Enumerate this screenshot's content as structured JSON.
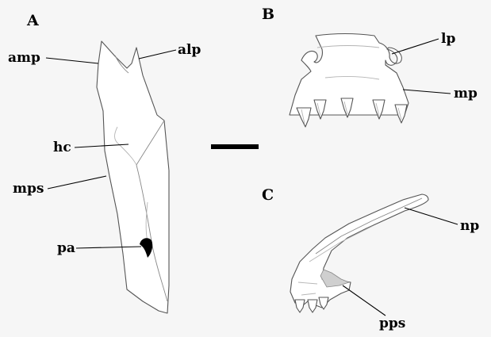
{
  "panels": {
    "a": "A",
    "b": "B",
    "c": "C"
  },
  "labels": {
    "amp": "amp",
    "alp": "alp",
    "hc": "hc",
    "mps": "mps",
    "pa": "pa",
    "lp": "lp",
    "mp": "mp",
    "np": "np",
    "pps": "pps"
  }
}
